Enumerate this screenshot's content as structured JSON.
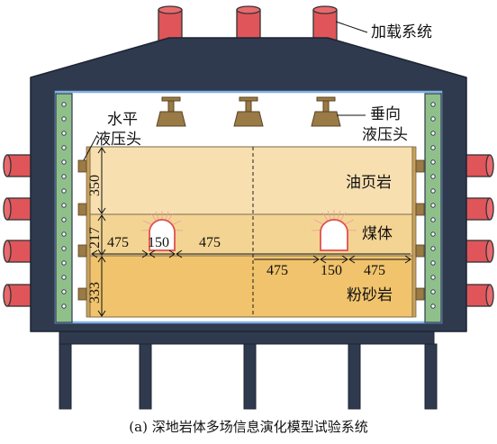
{
  "labels": {
    "loading_system": "加载系统",
    "horizontal_jack_line1": "水平",
    "horizontal_jack_line2": "液压头",
    "vertical_jack_line1": "垂向",
    "vertical_jack_line2": "液压头",
    "oil_shale": "油页岩",
    "coal": "煤体",
    "siltstone": "粉砂岩"
  },
  "dimensions": {
    "oil_shale_thickness": "350",
    "coal_thickness": "217",
    "siltstone_thickness": "333",
    "left_tunnel_left_pillar": "475",
    "left_tunnel_width": "150",
    "left_tunnel_right_pillar": "475",
    "right_tunnel_left_pillar": "475",
    "right_tunnel_width": "150",
    "right_tunnel_right_pillar": "475"
  },
  "caption": "(a) 深地岩体多场信息演化模型试验系统",
  "colors": {
    "frame": "#2f3a4e",
    "cylinder": "#e0555a",
    "oil_shale_layer": "#f8dfb0",
    "coal_layer": "#f4d493",
    "siltstone_layer": "#f0c36c",
    "side_plate": "#90c08a",
    "jack": "#9a7a45",
    "inner_border": "#7fb2e5"
  }
}
